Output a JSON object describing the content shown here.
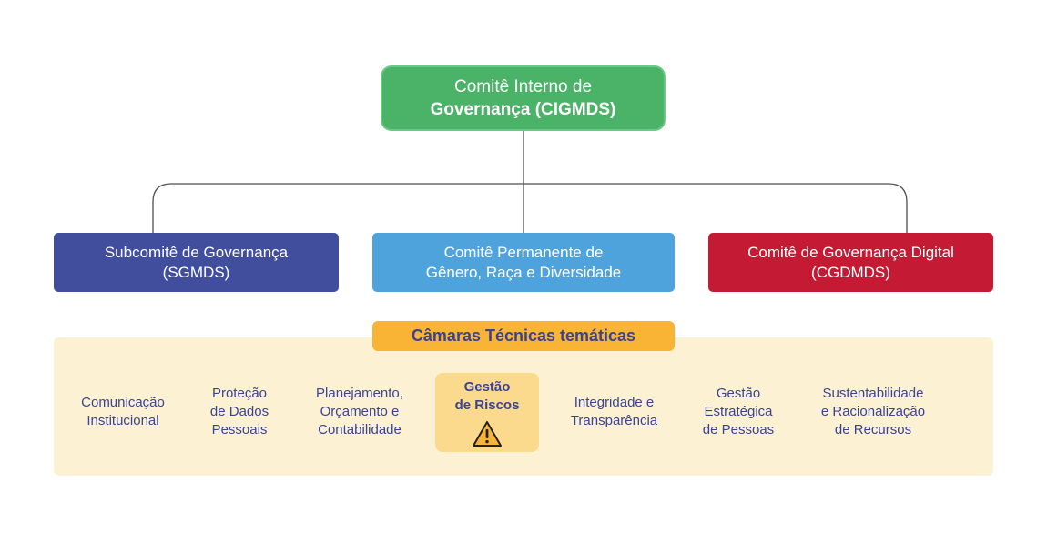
{
  "root": {
    "line1": "Comitê Interno de",
    "line2": "Governança (CIGMDS)",
    "color": "#4bb368"
  },
  "children": [
    {
      "line1": "Subcomitê de Governança",
      "line2": "(SGMDS)",
      "color": "#404e9d"
    },
    {
      "line1": "Comitê Permanente de",
      "line2": "Gênero, Raça e Diversidade",
      "color": "#4ea3dd"
    },
    {
      "line1": "Comitê de Governança Digital",
      "line2": "(CGDMDS)",
      "color": "#c41a34"
    }
  ],
  "chambers": {
    "title": "Câmaras Técnicas temáticas",
    "title_color": "#f9b335",
    "panel_color": "#fdf1d3",
    "items": [
      {
        "lines": [
          "Comunicação",
          "Institucional"
        ]
      },
      {
        "lines": [
          "Proteção",
          "de Dados",
          "Pessoais"
        ]
      },
      {
        "lines": [
          "Planejamento,",
          "Orçamento e",
          "Contabilidade"
        ]
      },
      {
        "lines": [
          "Gestão",
          "de Riscos"
        ],
        "highlighted": true,
        "icon": "warning-icon"
      },
      {
        "lines": [
          "Integridade e",
          "Transparência"
        ]
      },
      {
        "lines": [
          "Gestão",
          "Estratégica",
          "de Pessoas"
        ]
      },
      {
        "lines": [
          "Sustentabilidade",
          "e Racionalização",
          "de Recursos"
        ]
      }
    ]
  }
}
